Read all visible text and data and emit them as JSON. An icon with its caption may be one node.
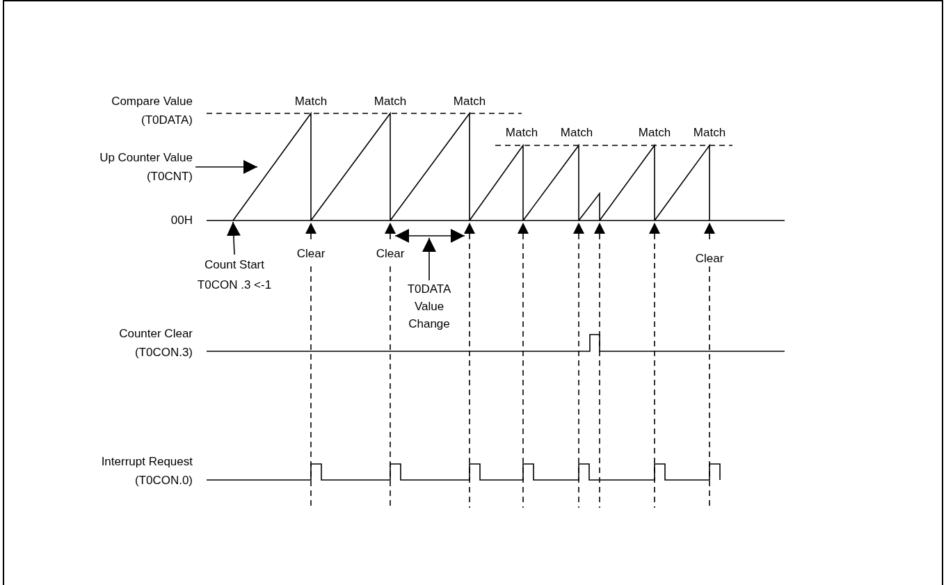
{
  "diagram": {
    "nodes": [
      {
        "text": [
          "Up Counter Value (T0CNT)"
        ]
      },
      {
        "text": [
          "Count Start T0CON .3 <-1"
        ]
      },
      {
        "text": [
          "T0DATA Value Change"
        ]
      }
    ],
    "edges": [
      {
        "from": 0,
        "to": null,
        "arrow": "to"
      },
      {
        "from": 1,
        "to": null,
        "arrow": "to"
      },
      {
        "from": 2,
        "to": null,
        "arrow": "to"
      }
    ],
    "labels": [
      "Compare Value (T0DATA)",
      "Match",
      "Match",
      "Match",
      "Match",
      "Match",
      "Match",
      "Match",
      "00H",
      "Clear",
      "Clear",
      "Clear",
      "Counter Clear (T0CON.3)",
      "Interrupt Request (T0CON.0)"
    ]
  }
}
